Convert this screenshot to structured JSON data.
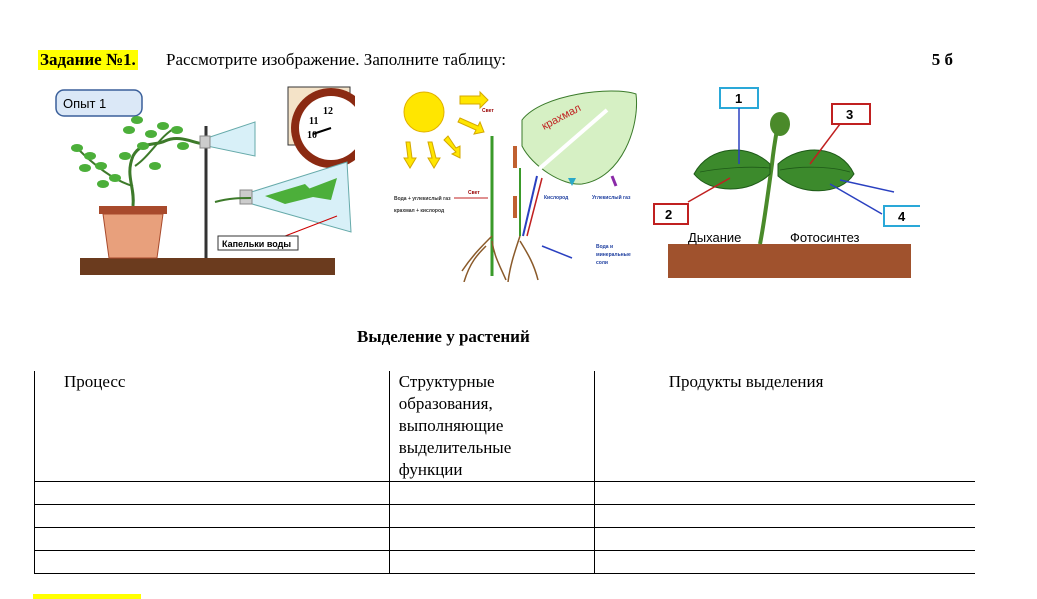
{
  "task": {
    "label": "Задание №1.",
    "text": "Рассмотрите изображение.  Заполните таблицу:",
    "points": "5 б"
  },
  "figure1": {
    "badge": "Опыт 1",
    "clock_numbers": [
      "12",
      "11",
      "10"
    ],
    "drops_label": "Капельки воды"
  },
  "figure2": {
    "starch": "крахмал",
    "light_top": "Свет",
    "light_left": "Свет",
    "equation_line1": "Вода + углекислый газ",
    "equation_line2": "крахмал + кислород",
    "oxygen": "Кислород",
    "co2": "Углекислый газ",
    "water_minerals": [
      "Вода и",
      "минеральные",
      "соли"
    ]
  },
  "figure3": {
    "labels": [
      "1",
      "2",
      "3",
      "4"
    ],
    "respiration": "Дыхание",
    "photosynthesis": "Фотосинтез"
  },
  "section_title": "Выделение у растений",
  "table": {
    "headers": [
      "Процесс",
      "Структурные образования, выполняющие выделительные функции",
      "Продукты выделения"
    ],
    "header_lines": [
      "Структурные",
      "образования,",
      "выполняющие",
      "выделительные",
      "функции"
    ],
    "rows": [
      [
        "",
        "",
        ""
      ],
      [
        "",
        "",
        ""
      ],
      [
        "",
        "",
        ""
      ],
      [
        "",
        "",
        ""
      ]
    ]
  }
}
